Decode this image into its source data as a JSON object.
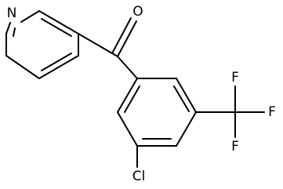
{
  "atoms": {
    "nitrogen": "N",
    "oxygen": "O",
    "chlorine": "Cl",
    "fluorine_1": "F",
    "fluorine_2": "F",
    "fluorine_3": "F"
  }
}
